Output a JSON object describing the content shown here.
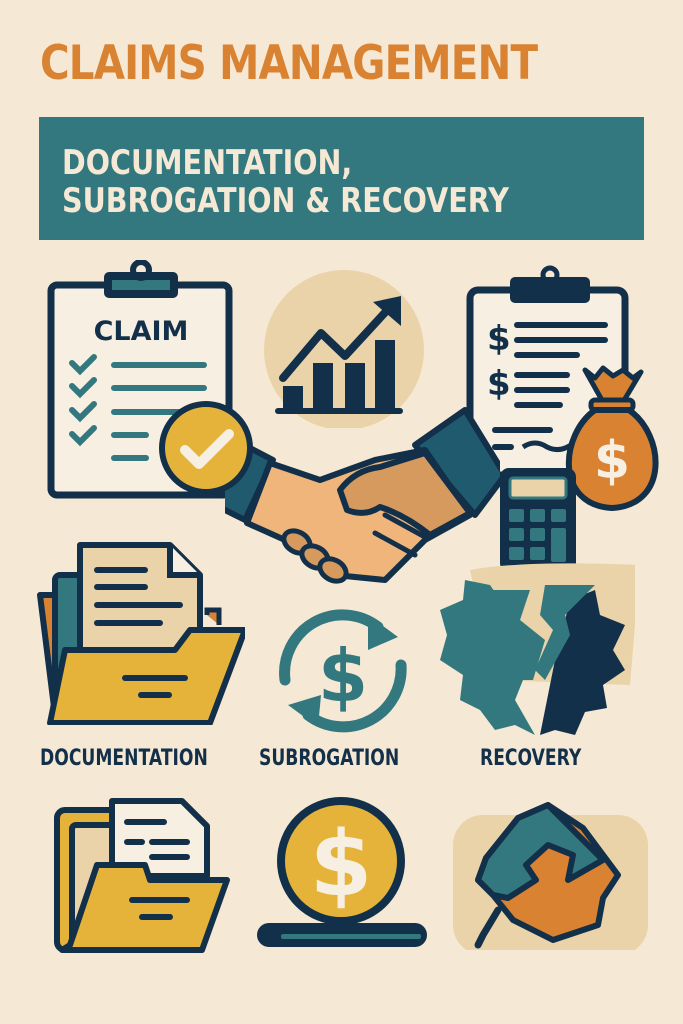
{
  "header": {
    "title": "CLAIMS MANAGEMENT",
    "subtitle_line1": "DOCUMENTATION,",
    "subtitle_line2": "SUBROGATION & RECOVERY"
  },
  "illustrations": {
    "claim_clipboard": {
      "label": "CLAIM",
      "icon": "clipboard-checklist-icon"
    },
    "growth_chart": {
      "icon": "bar-chart-growth-icon"
    },
    "handshake": {
      "icon": "handshake-icon"
    },
    "approval_badge": {
      "icon": "checkmark-badge-icon"
    },
    "invoice_clipboard": {
      "symbols": [
        "$",
        "$"
      ],
      "icon": "invoice-clipboard-icon"
    },
    "money_bag": {
      "symbol": "$",
      "icon": "money-bag-icon"
    },
    "calculator": {
      "icon": "calculator-icon"
    }
  },
  "categories": [
    {
      "label": "DOCUMENTATION",
      "icon": "folder-documents-icon"
    },
    {
      "label": "SUBROGATION",
      "icon": "dollar-cycle-icon"
    },
    {
      "label": "RECOVERY",
      "icon": "broken-gear-icon"
    }
  ],
  "bottom_row": [
    {
      "icon": "folder-file-icon"
    },
    {
      "icon": "dollar-coin-icon",
      "symbol": "$"
    },
    {
      "icon": "puzzle-pieces-icon"
    }
  ],
  "colors": {
    "background": "#f5e8d4",
    "title_orange": "#d98232",
    "banner_teal": "#33787e",
    "navy": "#13304a",
    "teal": "#33787e",
    "gold": "#e6b33a",
    "tan": "#ead3a8",
    "skin_light": "#efb57a",
    "skin_dark": "#d69a5e"
  }
}
